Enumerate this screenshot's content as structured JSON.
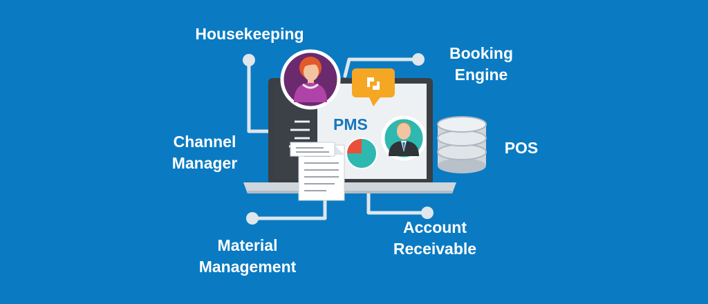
{
  "center": {
    "label": "PMS"
  },
  "modules": {
    "housekeeping": [
      "Housekeeping"
    ],
    "booking_engine": [
      "Booking",
      "Engine"
    ],
    "channel_manager": [
      "Channel",
      "Manager"
    ],
    "pos": [
      "POS"
    ],
    "material_management": [
      "Material",
      "Management"
    ],
    "account_receivable": [
      "Account",
      "Receivable"
    ]
  },
  "colors": {
    "background": "#0a7bc2",
    "connector": "#dfe6ec",
    "screen": "#eef1f4",
    "sidebar": "#3b4146",
    "accent_yellow": "#f5a623",
    "pie_teal": "#2fb8b0",
    "pie_red": "#e8503a",
    "avatar_purple": "#6b2a6e",
    "label_blue": "#1577bd"
  },
  "icons": [
    "housekeeper-avatar-icon",
    "manager-avatar-icon",
    "chat-bubble-icon",
    "pie-chart-icon",
    "document-icon",
    "database-icon",
    "laptop-icon"
  ]
}
